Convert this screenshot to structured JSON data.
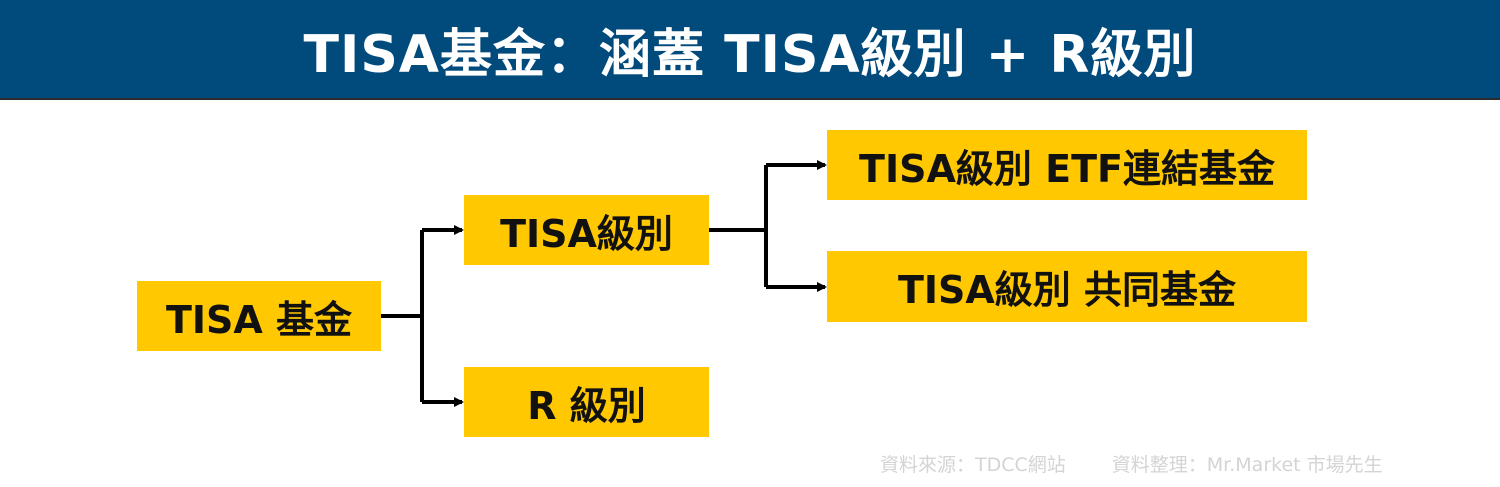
{
  "header": {
    "title": "TISA基金：涵蓋 TISA級別 + R級別"
  },
  "tree": {
    "root": {
      "label": "TISA 基金"
    },
    "level1": [
      {
        "label": "TISA級別"
      },
      {
        "label": "R 級別"
      }
    ],
    "level2": [
      {
        "label": "TISA級別 ETF連結基金"
      },
      {
        "label": "TISA級別 共同基金"
      }
    ]
  },
  "footer": {
    "source": "資料來源：TDCC網站",
    "compiled_by": "資料整理：Mr.Market 市場先生"
  },
  "colors": {
    "banner": "#004A7C",
    "box": "#FFC800",
    "connector": "#000000",
    "footnote": "#d4d4d4"
  }
}
